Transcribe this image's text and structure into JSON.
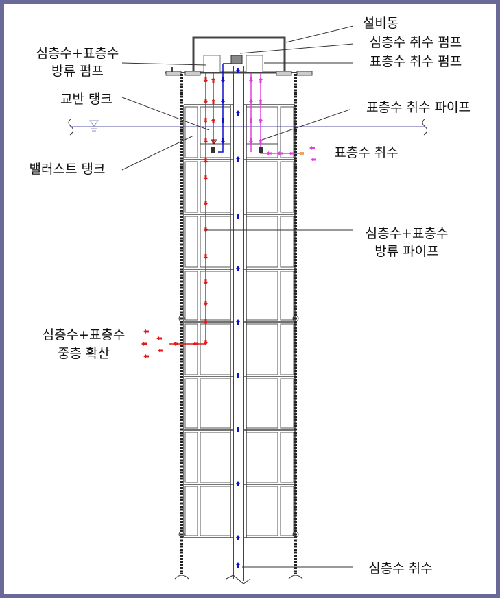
{
  "labels": {
    "facility_building": "설비동",
    "deep_intake_pump": "심층수 취수 펌프",
    "surface_intake_pump": "표층수 취수 펌프",
    "discharge_pump_l1": "심층수+표층수",
    "discharge_pump_l2": "방류 펌프",
    "mixing_tank": "교반 탱크",
    "surface_intake_pipe": "표층수 취수 파이프",
    "surface_intake": "표층수 취수",
    "ballast_tank": "밸러스트 탱크",
    "discharge_pipe_l1": "심층수+표층수",
    "discharge_pipe_l2": "방류 파이프",
    "diffusion_l1": "심층수+표층수",
    "diffusion_l2": "중층 확산",
    "deep_intake": "심층수 취수"
  },
  "colors": {
    "frame_border": "#6a6a9a",
    "water_line": "#8c8cc0",
    "discharge_flow": "#e01a1a",
    "deep_water_flow": "#1010c8",
    "surface_water_flow": "#e040e0",
    "structure": "#444444"
  }
}
